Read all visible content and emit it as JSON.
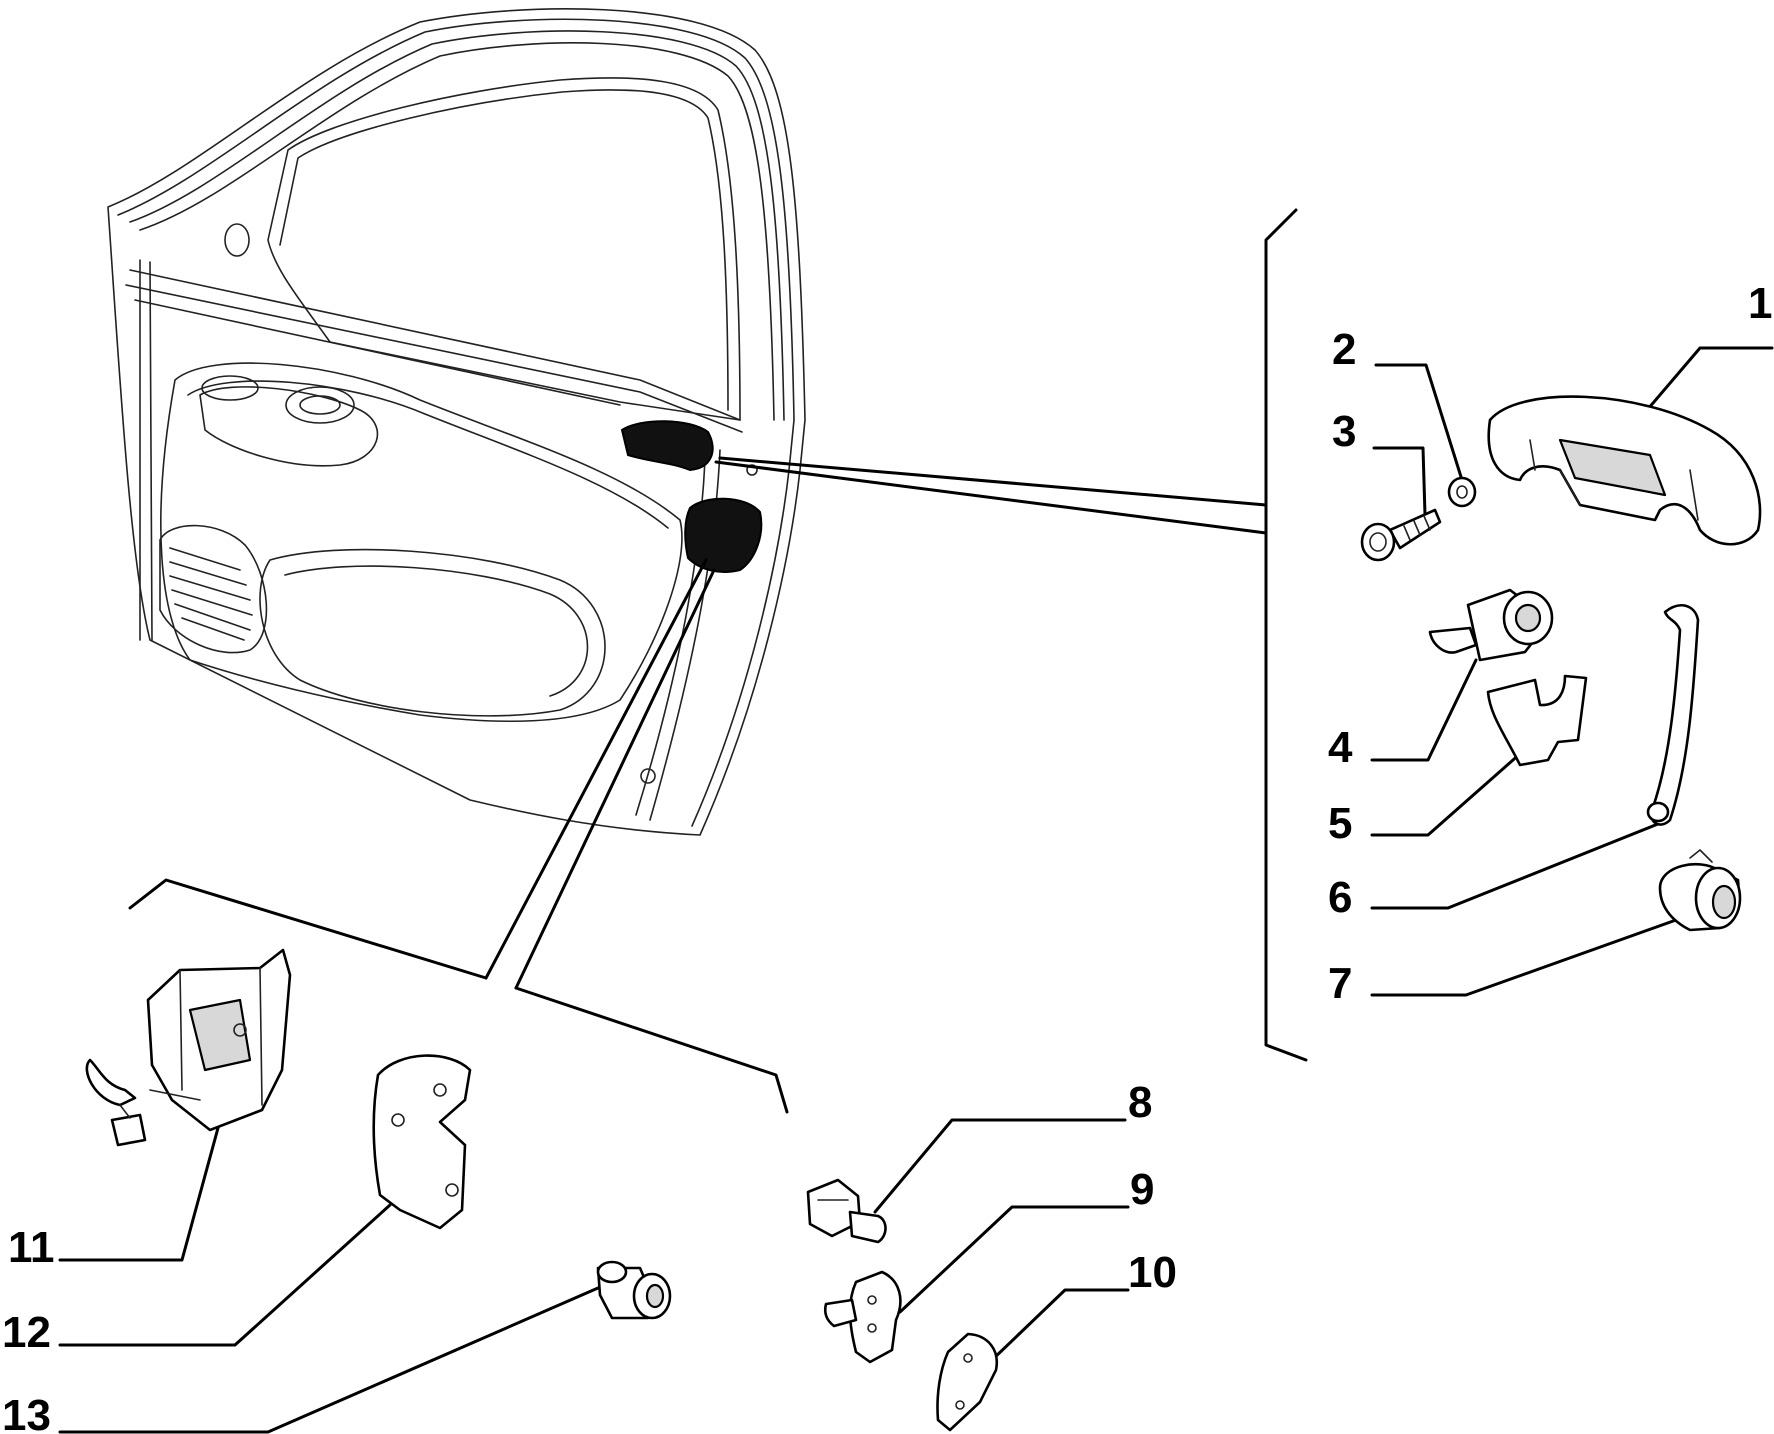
{
  "callouts": [
    {
      "id": "1",
      "text": "1",
      "part": "handle"
    },
    {
      "id": "2",
      "text": "2",
      "part": "washer"
    },
    {
      "id": "3",
      "text": "3",
      "part": "screw"
    },
    {
      "id": "4",
      "text": "4",
      "part": "lock-cylinder"
    },
    {
      "id": "5",
      "text": "5",
      "part": "clip"
    },
    {
      "id": "6",
      "text": "6",
      "part": "rod"
    },
    {
      "id": "7",
      "text": "7",
      "part": "bushing"
    },
    {
      "id": "8",
      "text": "8",
      "part": "bolt"
    },
    {
      "id": "9",
      "text": "9",
      "part": "striker-plate"
    },
    {
      "id": "10",
      "text": "10",
      "part": "shim-plate"
    },
    {
      "id": "11",
      "text": "11",
      "part": "door-latch"
    },
    {
      "id": "12",
      "text": "12",
      "part": "latch-cover"
    },
    {
      "id": "13",
      "text": "13",
      "part": "striker-pin"
    }
  ],
  "colors": {
    "line": "#000000",
    "fill": "#ffffff",
    "shade": "#d8d8d8"
  }
}
